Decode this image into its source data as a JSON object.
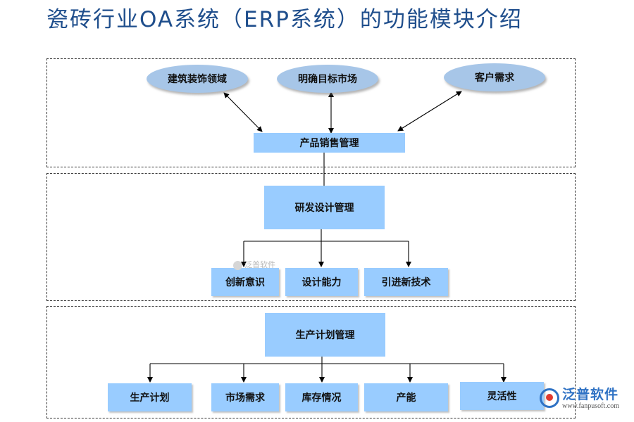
{
  "title": "瓷砖行业OA系统（ERP系统）的功能模块介绍",
  "sales": {
    "inputs": [
      "建筑装饰领域",
      "明确目标市场",
      "客户需求"
    ],
    "box": "产品销售管理"
  },
  "rnd": {
    "box": "研发设计管理",
    "children": [
      "创新意识",
      "设计能力",
      "引进新技术"
    ]
  },
  "production": {
    "box": "生产计划管理",
    "children": [
      "生产计划",
      "市场需求",
      "库存情况",
      "产能",
      "灵活性"
    ]
  },
  "watermark": "泛普软件",
  "logo": {
    "name": "泛普软件",
    "url": "www.fanpusoft.com"
  }
}
